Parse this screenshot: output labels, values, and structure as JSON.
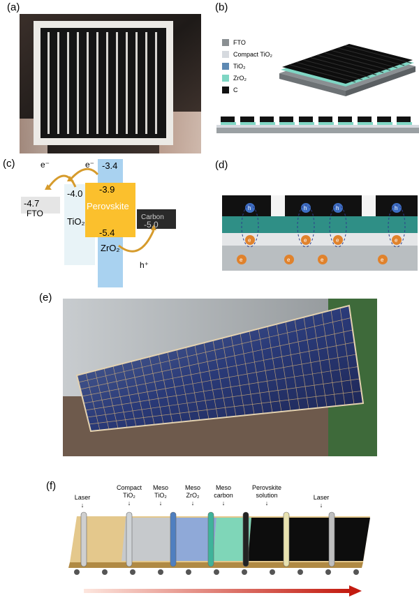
{
  "panels": {
    "a": "(a)",
    "b": "(b)",
    "c": "(c)",
    "d": "(d)",
    "e": "(e)",
    "f": "(f)"
  },
  "legend_b": [
    {
      "label": "FTO",
      "color": "#8a8f92"
    },
    {
      "label": "Compact TiO₂",
      "color": "#d6dadf"
    },
    {
      "label": "TiO₂",
      "color": "#5d89b3"
    },
    {
      "label": "ZrO₂",
      "color": "#7fd6c4"
    },
    {
      "label": "C",
      "color": "#111111"
    }
  ],
  "energy_c": {
    "e1": "e⁻",
    "e2": "e⁻",
    "hole": "h⁺",
    "fto_level": "-4.7",
    "fto_label": "FTO",
    "tio2_level": "-4.0",
    "tio2_label": "TiO₂",
    "zro2_top": "-3.4",
    "zro2_label": "ZrO₂",
    "perov_top": "-3.9",
    "perov_label": "Perovskite",
    "perov_bottom": "-5.4",
    "carbon_label": "Carbon",
    "carbon_level": "-5.0"
  },
  "carriers_d": {
    "hole": "h",
    "electron": "e"
  },
  "process_f": {
    "steps": [
      "Laser",
      "Compact\nTiO₂",
      "Meso\nTiO₂",
      "Meso\nZrO₂",
      "Meso\ncarbon",
      "Perovskite\nsolution",
      "Laser"
    ]
  }
}
